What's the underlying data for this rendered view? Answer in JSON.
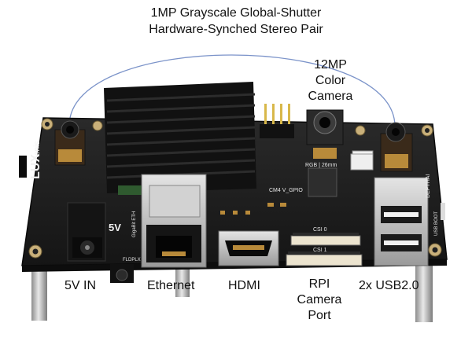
{
  "annotations": {
    "stereo_line1": "1MP Grayscale Global-Shutter",
    "stereo_line2": "Hardware-Synched Stereo Pair",
    "camera_line1": "12MP",
    "camera_line2": "Color",
    "camera_line3": "Camera",
    "power": "5V IN",
    "ethernet": "Ethernet",
    "hdmi": "HDMI",
    "rpi_line1": "RPI",
    "rpi_line2": "Camera",
    "rpi_line3": "Port",
    "usb": "2x USB2.0"
  },
  "silkscreen": {
    "brand": "LUXonis",
    "rgb_label": "RGB | 26mm",
    "cm4_label": "CM4 V_GPIO",
    "csi_label_top": "CSI 0",
    "csi_label_bottom": "CSI 1",
    "depthai_label": "DEPTHAI",
    "power_label": "5V",
    "eth_label": "GigaBit ETH",
    "flex_label": "FLDPLX",
    "usb_boot_label": "USB BOOT"
  },
  "colors": {
    "board": "#1f1f1f",
    "heatsink": "#111111",
    "copper_pad": "#b88a3a",
    "metal": "#c9c9c9",
    "callout_line": "#7b93c9",
    "text": "#111111"
  }
}
